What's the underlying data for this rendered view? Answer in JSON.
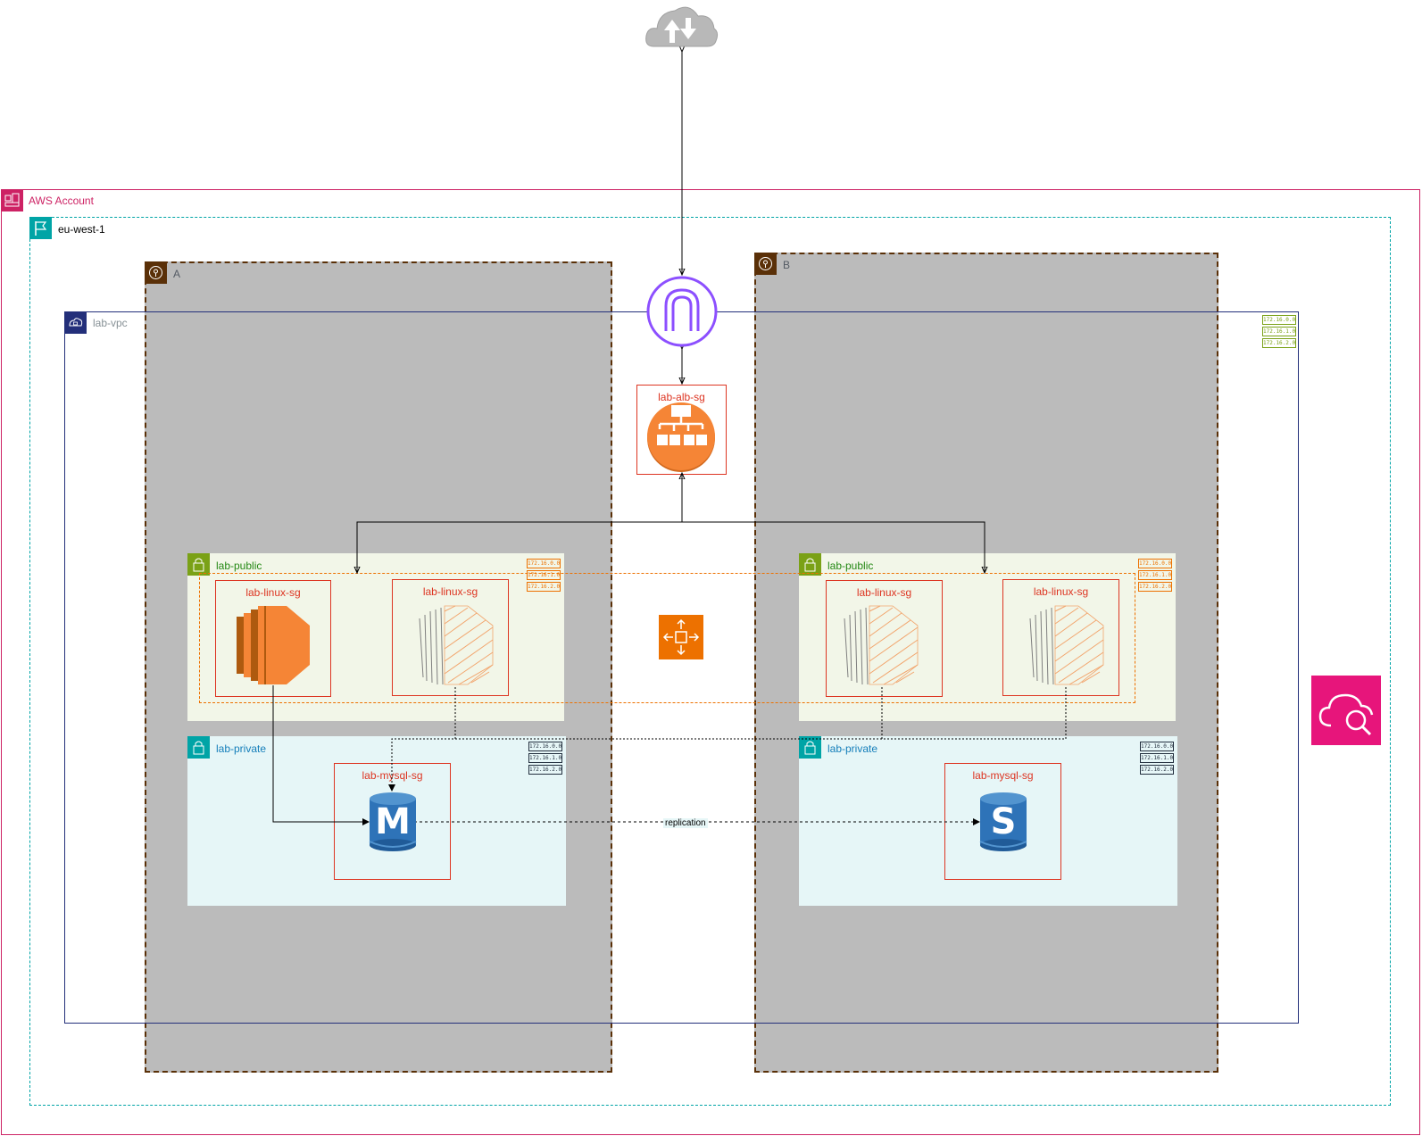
{
  "account": {
    "label": "AWS Account"
  },
  "region": {
    "label": "eu-west-1"
  },
  "az_a": {
    "label": "A"
  },
  "az_b": {
    "label": "B"
  },
  "vpc": {
    "label": "lab-vpc",
    "cidrs": [
      "172.16.0.0",
      "172.16.1.0",
      "172.16.2.0"
    ]
  },
  "alb": {
    "sg_label": "lab-alb-sg"
  },
  "public_a": {
    "label": "lab-public",
    "cidrs": [
      "172.16.0.0",
      "172.16.1.0",
      "172.16.2.0"
    ],
    "sg1": "lab-linux-sg",
    "sg2": "lab-linux-sg"
  },
  "public_b": {
    "label": "lab-public",
    "cidrs": [
      "172.16.0.0",
      "172.16.1.0",
      "172.16.2.0"
    ],
    "sg1": "lab-linux-sg",
    "sg2": "lab-linux-sg"
  },
  "private_a": {
    "label": "lab-private",
    "cidrs": [
      "172.16.0.0",
      "172.16.1.0",
      "172.16.2.0"
    ],
    "sg": "lab-mysql-sg",
    "db_letter": "M"
  },
  "private_b": {
    "label": "lab-private",
    "cidrs": [
      "172.16.0.0",
      "172.16.1.0",
      "172.16.2.0"
    ],
    "sg": "lab-mysql-sg",
    "db_letter": "S"
  },
  "replication": {
    "label": "replication"
  },
  "colors": {
    "account": "#cd2264",
    "region": "#00a4a6",
    "az": "#5a3008",
    "vpc": "#232f7a",
    "public": "#7aa116",
    "private": "#147eba",
    "sg": "#dd3522",
    "ec2": "#ed7100",
    "igw": "#8c4fff",
    "cloudwatch": "#e7157b"
  }
}
